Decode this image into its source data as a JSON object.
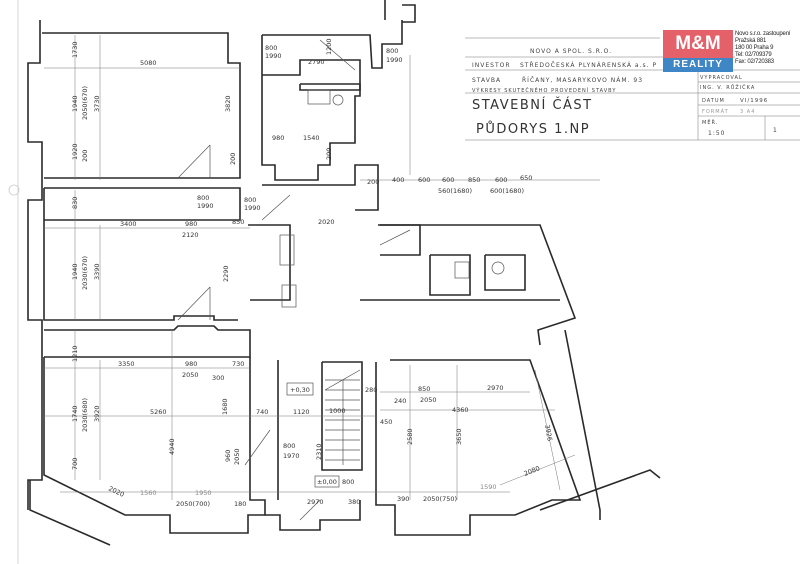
{
  "title_block": {
    "company": "NOVO A SPOL. S.R.O.",
    "investor_label": "INVESTOR",
    "investor": "STŘEDOČESKÁ PLYNÁRENSKÁ a.s. P",
    "stavba_label": "STAVBA",
    "stavba": "ŘÍČANY, MASARYKOVO NÁM. 93",
    "drawing_type": "VÝKRESY SKUTEČNÉHO PROVEDENÍ STAVBY",
    "part": "STAVEBNÍ ČÁST",
    "sheet": "PŮDORYS 1.NP",
    "prepared_label": "VYPRACOVAL",
    "prepared_by": "ING. V. RŮŽIČKA",
    "date_label": "DATUM",
    "date": "VI/1996",
    "format_label": "FORMÁT",
    "format": "3 A4",
    "scale_label": "MĚŘ.",
    "scale": "1:50",
    "sheet_no": "1"
  },
  "watermark": {
    "brand_top": "M&M",
    "brand_bottom": "REALITY",
    "agency_lines": [
      "Novo s.r.o. zastoupení",
      "Pražská 881",
      "180 00 Praha 9",
      "Tel: 02/709379",
      "Fax: 02/720383"
    ]
  },
  "dimensions": {
    "top_left": [
      "1730",
      "5080",
      "1940",
      "2050(670)",
      "3730",
      "3820",
      "1920",
      "200",
      "200"
    ],
    "top_mid": [
      "800",
      "1990",
      "2790",
      "1200",
      "800",
      "1990",
      "980",
      "1540",
      "200"
    ],
    "mid_left": [
      "830",
      "3400",
      "980",
      "2120",
      "850",
      "800",
      "1990",
      "2020",
      "1940",
      "2030(670)",
      "3390",
      "2290",
      "800",
      "1990"
    ],
    "bottom_left": [
      "1210",
      "3350",
      "980",
      "2050",
      "300",
      "730",
      "1740",
      "2030(680)",
      "3920",
      "5260",
      "4940",
      "1680",
      "700",
      "2020",
      "1560",
      "1950",
      "2050(700)",
      "180",
      "960",
      "2050"
    ],
    "stair": [
      "+0,30",
      "740",
      "1120",
      "1000",
      "800",
      "1970",
      "2310",
      "±0,00",
      "800",
      "2970",
      "380"
    ],
    "top_right_row": [
      "200",
      "400",
      "600",
      "600",
      "850",
      "600",
      "650",
      "560(1680)",
      "600(1680)"
    ],
    "bottom_right": [
      "280",
      "850",
      "2970",
      "240",
      "2050",
      "4360",
      "450",
      "2580",
      "3650",
      "3926",
      "2080",
      "390",
      "2050(750)",
      "1590"
    ]
  }
}
